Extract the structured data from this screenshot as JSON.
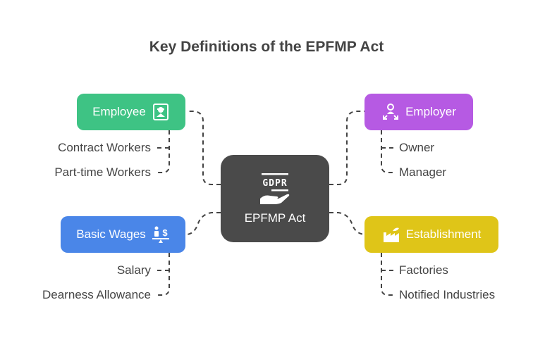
{
  "title": "Key Definitions of the EPFMP Act",
  "center": {
    "label": "EPFMP Act",
    "icon": "gdpr-hand-icon",
    "icon_text": "GDPR",
    "color": "#4a4a4a"
  },
  "nodes": {
    "employee": {
      "label": "Employee",
      "icon": "worker-badge-icon",
      "color": "#3ec384",
      "children": [
        "Contract Workers",
        "Part-time Workers"
      ]
    },
    "employer": {
      "label": "Employer",
      "icon": "manager-network-icon",
      "color": "#b65ae3",
      "children": [
        "Owner",
        "Manager"
      ]
    },
    "basic_wages": {
      "label": "Basic Wages",
      "icon": "wage-balance-icon",
      "color": "#4a86e8",
      "children": [
        "Salary",
        "Dearness Allowance"
      ]
    },
    "establishment": {
      "label": "Establishment",
      "icon": "factory-icon",
      "color": "#dfc518",
      "children": [
        "Factories",
        "Notified Industries"
      ]
    }
  }
}
